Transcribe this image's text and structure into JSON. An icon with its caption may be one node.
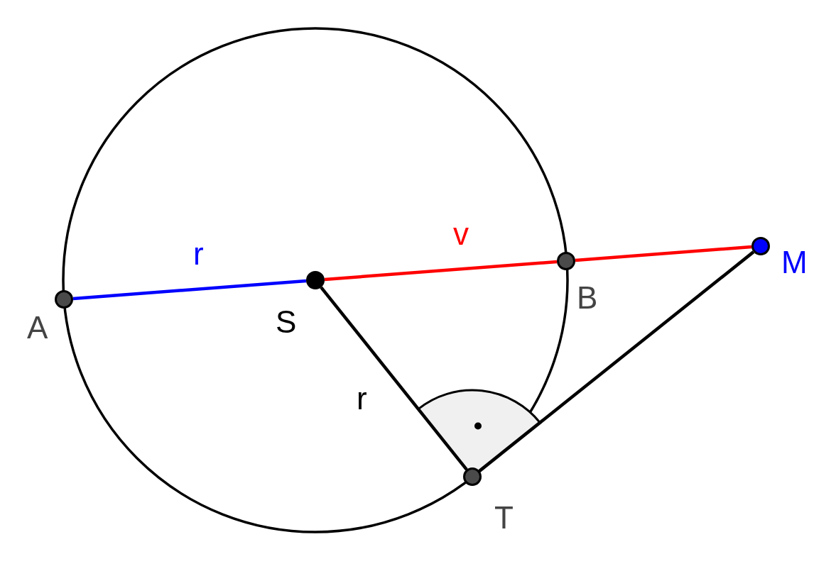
{
  "diagram": {
    "nodes": [
      {
        "text": [],
        "shape": "circle",
        "beside": [
          "A"
        ]
      },
      {
        "text": [],
        "shape": "circle",
        "beside": [
          "S"
        ]
      },
      {
        "text": [],
        "shape": "circle",
        "beside": [
          "B"
        ]
      },
      {
        "text": [],
        "shape": "circle",
        "beside": [
          "M"
        ]
      },
      {
        "text": [],
        "shape": "circle",
        "beside": [
          "T"
        ]
      }
    ],
    "edges": [
      {
        "from": 0,
        "to": 1,
        "arrow": "none",
        "label": "r",
        "color": "#0000ff"
      },
      {
        "from": 1,
        "to": 2,
        "arrow": "none",
        "label": "v",
        "color": "#ff0000"
      },
      {
        "from": 2,
        "to": 3,
        "arrow": "none",
        "color": "#ff0000"
      },
      {
        "from": 1,
        "to": 4,
        "arrow": "none",
        "label": "r",
        "color": "#000000"
      },
      {
        "from": 4,
        "to": 3,
        "arrow": "none",
        "color": "#000000"
      }
    ]
  }
}
